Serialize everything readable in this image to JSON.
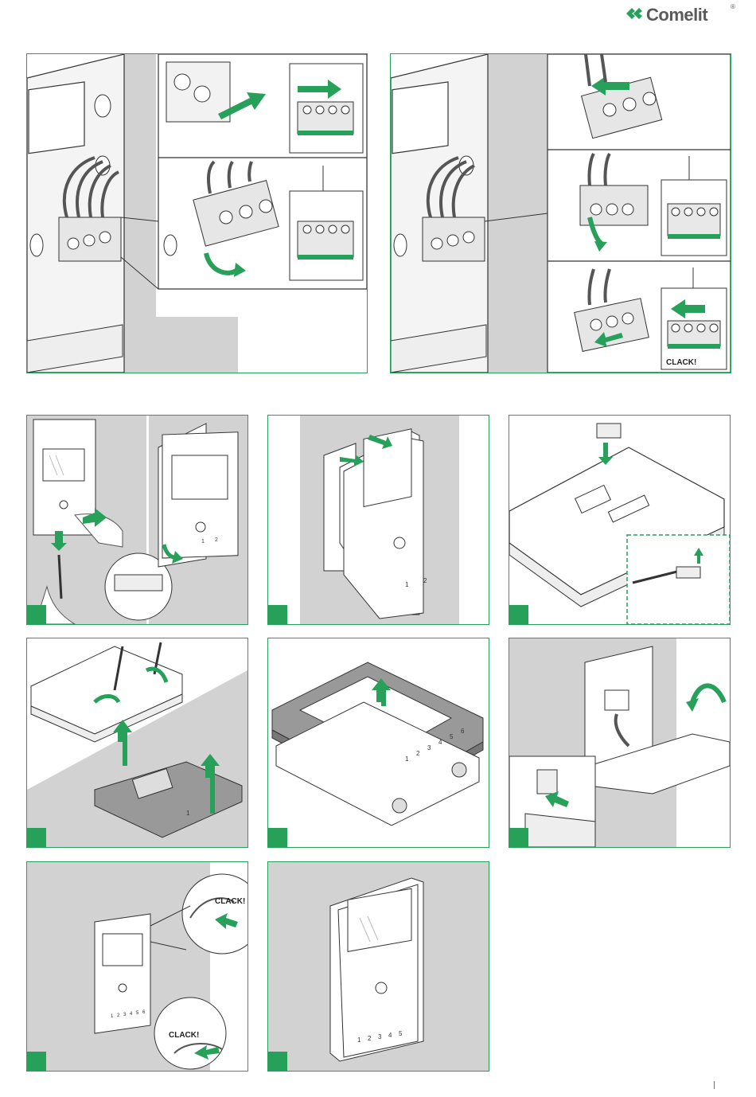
{
  "brand": {
    "name": "Comelit",
    "registered": "®",
    "accent": "#27a05a"
  },
  "labels": {
    "clack_top_right": "CLACK!",
    "clack_step7_a": "CLACK!",
    "clack_step7_b": "CLACK!"
  },
  "keypad": {
    "step1_small": [
      "1",
      "2"
    ],
    "step2": [
      "1",
      "2"
    ],
    "step5_small": [
      "1"
    ],
    "step5": [
      "1",
      "2",
      "3",
      "4",
      "5",
      "6"
    ],
    "step7": [
      "1",
      "2",
      "3",
      "4",
      "5",
      "6"
    ],
    "step8": [
      "1",
      "2",
      "3",
      "4",
      "5"
    ]
  },
  "icons": [
    "comelit-logo-icon",
    "green-arrow-icon",
    "screwdriver-icon",
    "hand-icon",
    "monitor-device-icon",
    "terminal-block-icon"
  ],
  "colors": {
    "green": "#27a05a",
    "gray_bg": "#d2d2d2",
    "line": "#333333"
  }
}
